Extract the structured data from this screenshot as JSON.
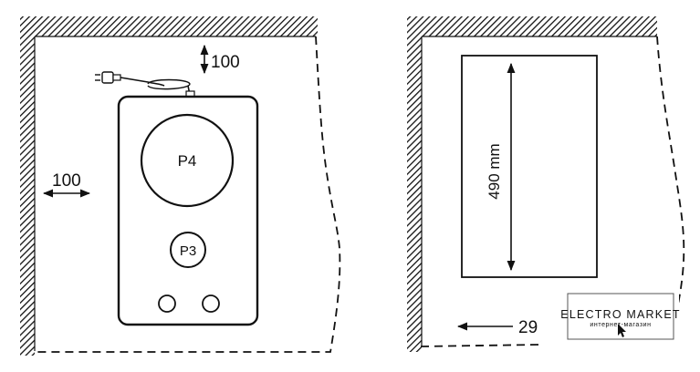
{
  "left_panel": {
    "top_clearance": "100",
    "side_clearance": "100",
    "burner_large": "P4",
    "burner_small": "P3"
  },
  "right_panel": {
    "cutout_height": "490 mm",
    "cutout_width_partial": "29"
  },
  "watermark": {
    "brand": "ELECTRO MARKET",
    "sub": "интернет-магазин"
  },
  "colors": {
    "ink": "#111111",
    "background": "#ffffff"
  }
}
